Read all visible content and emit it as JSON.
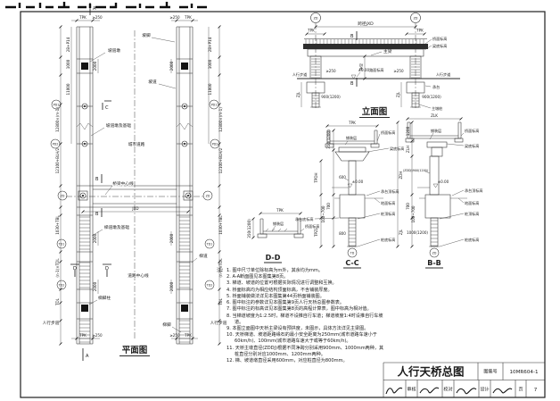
{
  "plan": {
    "title": "平面图",
    "markers": {
      "a": "A",
      "b": "B",
      "c": "C",
      "d": "D"
    },
    "dims": {
      "tpk": "TPK",
      "min250": "≥250",
      "d2000": "2000",
      "d1000": "1000",
      "d11000": "11000",
      "ramp_run": "2B+P14",
      "ramp_len": "12800×(m-1)",
      "half": "12100+BLH/2",
      "tbl": "1030+TBL",
      "tdl_run": "(n-1)×TDL",
      "tdl": "TDL",
      "jxd": "JXD"
    },
    "axes": {
      "pd1": "PD1",
      "pd2": "PD2",
      "zd": "ZD",
      "td1": "TD1",
      "td2": "TD2"
    },
    "labels": {
      "po_jiao": "坡脚",
      "po_dao_dun": "坡道墩",
      "po_dao": "坡道",
      "po_dun_found": "坡道墩及基础",
      "city_road": "城市道路",
      "bridge_cl": "桥梁中心线",
      "ti_dun_found": "梯道墩及基础",
      "ti_dao": "梯道",
      "road_cl": "道路中心线",
      "ti_jiao_zhu": "梯脚柱",
      "ti_jiao": "梯脚",
      "sidewalk": "人行步道"
    }
  },
  "elevation": {
    "title": "立面图",
    "axis_zd": "ZD",
    "span": "跨径JXD",
    "tpk": "TPK",
    "marker_b": "B",
    "beam": "主梁",
    "deck_level": "桥面标高",
    "beam_bottom": "梁底标高",
    "clearance": "净空",
    "min250": "≥250",
    "sidewalk": "人行步道",
    "road_level": "±0.00路面标高",
    "cap": "承台",
    "pile_dim": "900(1200)",
    "zjl": "ZJL",
    "main_pile": "主墩桩"
  },
  "dd": {
    "title": "D-D",
    "tpk": "TPK",
    "pavement": "铺装层",
    "deck_level": "桥面标高",
    "height": "350(1200)"
  },
  "cc": {
    "title": "C-C",
    "tpk": "TPK",
    "pavement": "铺装层",
    "deck_level": "桥面标高",
    "beam_bottom": "梁底标高",
    "col": "600",
    "zero": "±0.00",
    "cap_top": "承台顶标高",
    "cap_bottom": "承台底标高",
    "ground": "地面标高",
    "pile_top": "桩顶标高",
    "pile": "800",
    "pile_bottom": "桩底标高",
    "axis": "TD",
    "h_top": "350(1200)",
    "dun_h": "TPDH",
    "cap_h": "700",
    "bed": "100~700",
    "pile_len": "TPZL"
  },
  "bb": {
    "title": "B-B",
    "zlk": "ZLK",
    "pavement": "铺装层",
    "deck_level": "桥面标高",
    "beam_bottom": "梁底标高",
    "col": "(ZDDJ)900(1200)",
    "zero": "±0.00",
    "cap_top": "承台顶标高",
    "ground": "地面标高",
    "pile_top": "桩顶标高",
    "pile": "1000(1200)",
    "pile_bottom": "桩底标高",
    "axis": "ZD",
    "h_top": "1200",
    "zlh": "ZLH",
    "zdh": "ZDH",
    "cap_h": "700",
    "bed": "100~700",
    "pile_len": "ZJL"
  },
  "notes": {
    "prefix": "注：",
    "items": [
      "1. 图中尺寸单位除标高为m外，其余均为mm。",
      "2. A-A断面图见本图集第8页。",
      "3. 梯道、坡道的位置可根据实际情况进行调整和互换。",
      "4. 桥面标高均为相应结构顶面标高，不含铺装厚度。",
      "5. 桥面铺装做法详见本图集第44页桥面铺装图。",
      "6. 图中标注的参数详见本图集第9页人行天桥总图参数表。",
      "7. 图中标注的标高详见本图集第8页的高程计算表，图中标高为相对值。",
      "8. 当梯道坡度为1:2.5时，梯道不设推自行车道；梯道坡度1:4时设推自行车坡道。",
      "9. 本图立面图中天桥主梁设有预拱度，未图示，具体方法详见主梁图。",
      "10. 天桥梯道、坡道距路缘石的最小安全距离为250mm(城市道路车速小于60km/h)、100mm(城市道路车速大于或等于60km/h)。",
      "11. 天桥主墩直径(ZDDJ)根据不同净跨分别采用900mm、1000mm两种，其桩直径分别对应1000mm、1200mm两种。",
      "12. 梯、坡道墩直径采用600mm，对应桩直径为800mm。"
    ]
  },
  "titleblock": {
    "drawing_title": "人行天桥总图",
    "atlas_label": "图集号",
    "atlas_no": "10MR604-1",
    "review_label": "审核",
    "check_label": "校对",
    "design_label": "设计",
    "page_label": "页",
    "page_no": "7"
  }
}
